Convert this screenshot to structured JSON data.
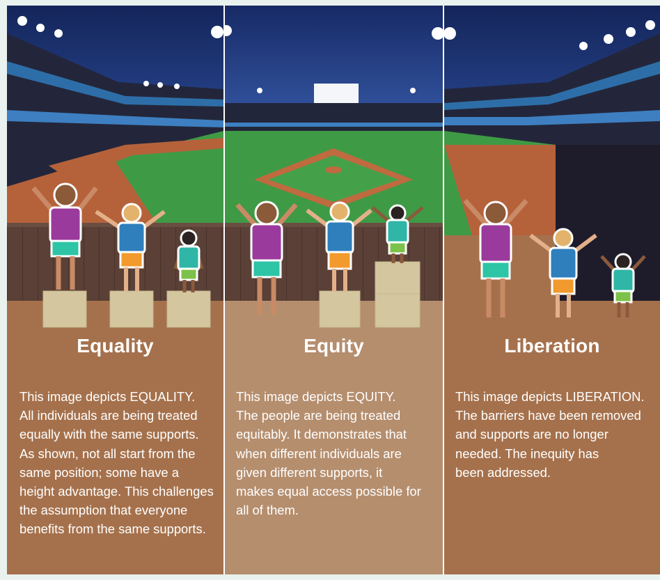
{
  "panels": [
    {
      "title": "Equality",
      "lines": [
        "This image depicts EQUALITY.",
        "All individuals are being treated",
        "equally with the same supports.",
        "As shown, not all start from the",
        "same position; some have a",
        "height advantage. This challenges",
        "the assumption that everyone",
        "benefits from the same supports."
      ]
    },
    {
      "title": "Equity",
      "lines": [
        "This image depicts EQUITY.",
        "The people are being treated",
        "equitably. It demonstrates that",
        "when different individuals are",
        "given different supports, it",
        "makes equal access possible for",
        "all of them."
      ]
    },
    {
      "title": "Liberation",
      "lines": [
        "This image depicts LIBERATION.",
        "The barriers have been removed",
        "and supports are no longer",
        "needed. The inequity has",
        "been addressed."
      ]
    }
  ],
  "colors": {
    "panel_brown": "#a5714c",
    "panel_light_brown": "#b58e6e",
    "sky": "#1c2f6b",
    "field_green": "#3f9a45",
    "fence": "#5a4036",
    "box": "#d4c79f",
    "shirt_purple": "#9a3a9c",
    "shirt_blue": "#2f7fbd",
    "shirt_teal": "#2fb6a6",
    "shorts_teal": "#2ec4a6",
    "shorts_orange": "#f29a2e",
    "shorts_green": "#7cc24a"
  }
}
